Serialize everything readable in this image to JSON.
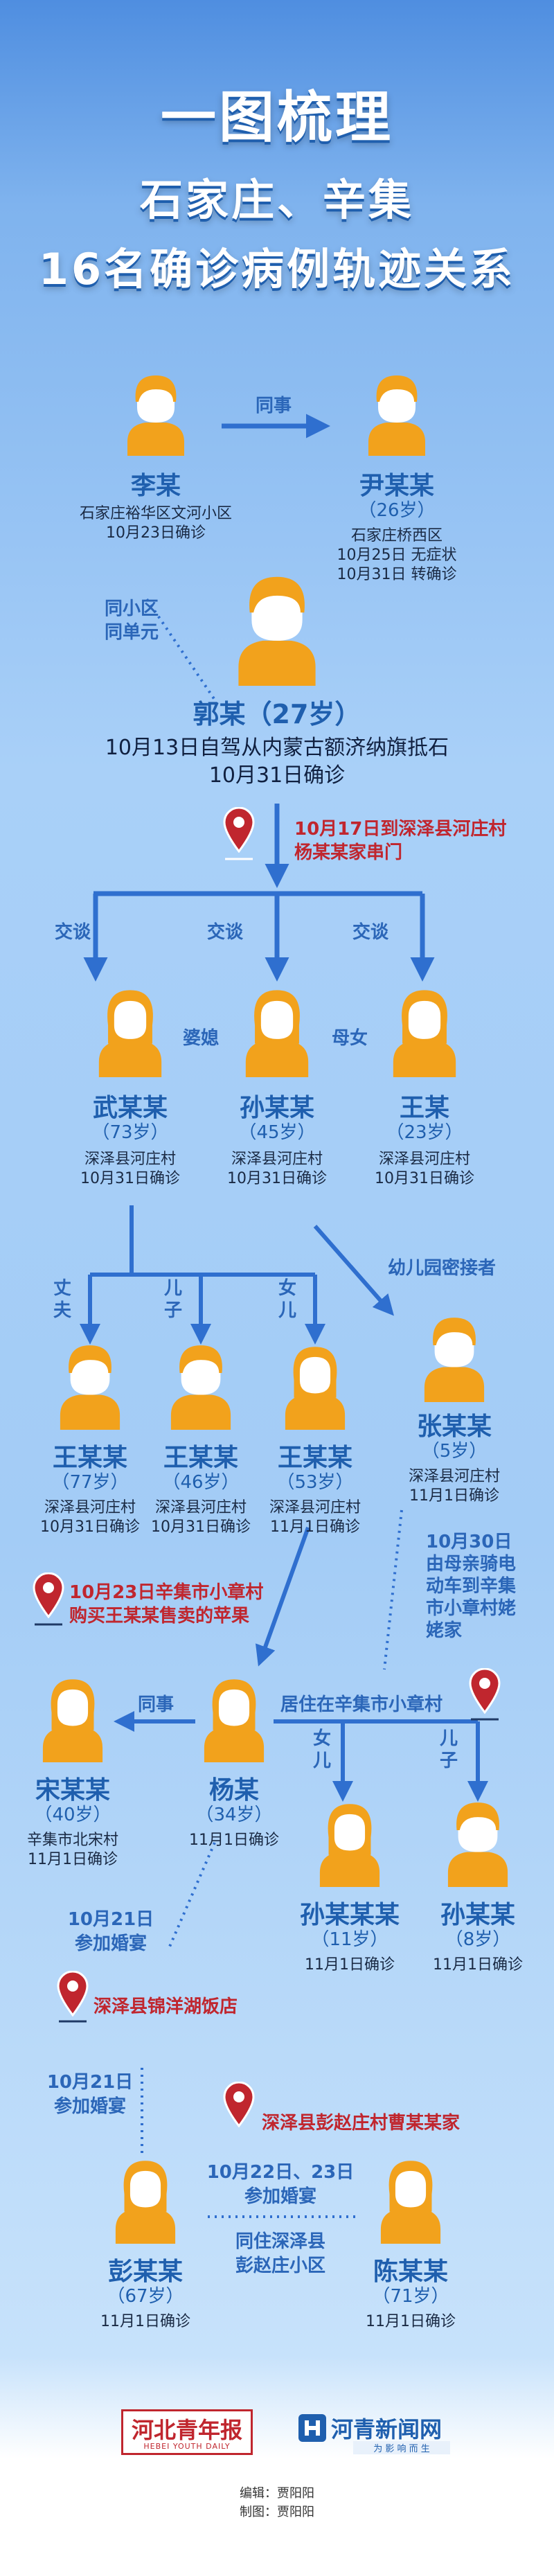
{
  "title": {
    "line1": "一图梳理",
    "line2": "石家庄、辛集",
    "line3": "16名确诊病例轨迹关系"
  },
  "colors": {
    "person_orange": "#f2a21c",
    "line_blue": "#2f6fcf",
    "name_blue": "#1f5fae",
    "location_red": "#c0262e"
  },
  "persons": {
    "li": {
      "name": "李某",
      "age": "",
      "info": [
        "石家庄裕华区文河小区",
        "10月23日确诊"
      ]
    },
    "yin": {
      "name": "尹某某",
      "age": "（26岁）",
      "info": [
        "石家庄桥西区",
        "10月25日 无症状",
        "10月31日 转确诊"
      ]
    },
    "guo": {
      "name": "郭某（27岁）",
      "info": [
        "10月13日自驾从内蒙古额济纳旗抵石",
        "10月31日确诊"
      ]
    },
    "wu": {
      "name": "武某某",
      "age": "（73岁）",
      "info": [
        "深泽县河庄村",
        "10月31日确诊"
      ]
    },
    "sun45": {
      "name": "孙某某",
      "age": "（45岁）",
      "info": [
        "深泽县河庄村",
        "10月31日确诊"
      ]
    },
    "wang23": {
      "name": "王某",
      "age": "（23岁）",
      "info": [
        "深泽县河庄村",
        "10月31日确诊"
      ]
    },
    "wang77": {
      "name": "王某某",
      "age": "（77岁）",
      "info": [
        "深泽县河庄村",
        "10月31日确诊"
      ]
    },
    "wang46": {
      "name": "王某某",
      "age": "（46岁）",
      "info": [
        "深泽县河庄村",
        "10月31日确诊"
      ]
    },
    "wang53": {
      "name": "王某某",
      "age": "（53岁）",
      "info": [
        "深泽县河庄村",
        "11月1日确诊"
      ]
    },
    "zhang": {
      "name": "张某某",
      "age": "（5岁）",
      "info": [
        "深泽县河庄村",
        "11月1日确诊"
      ]
    },
    "song": {
      "name": "宋某某",
      "age": "（40岁）",
      "info": [
        "辛集市北宋村",
        "11月1日确诊"
      ]
    },
    "yang": {
      "name": "杨某",
      "age": "（34岁）",
      "info": [
        "11月1日确诊"
      ]
    },
    "sun11": {
      "name": "孙某某某",
      "age": "（11岁）",
      "info": [
        "11月1日确诊"
      ]
    },
    "sun8": {
      "name": "孙某某",
      "age": "（8岁）",
      "info": [
        "11月1日确诊"
      ]
    },
    "peng": {
      "name": "彭某某",
      "age": "（67岁）",
      "info": [
        "11月1日确诊"
      ]
    },
    "chen": {
      "name": "陈某某",
      "age": "（71岁）",
      "info": [
        "11月1日确诊"
      ]
    }
  },
  "relations": {
    "colleague1": "同事",
    "same_unit": [
      "同小区",
      "同单元"
    ],
    "talk1": "交谈",
    "talk2": "交谈",
    "talk3": "交谈",
    "daughter_in_law": "婆媳",
    "mother_daughter": "母女",
    "husband": [
      "丈",
      "夫"
    ],
    "son1": [
      "儿",
      "子"
    ],
    "daughter1": [
      "女",
      "儿"
    ],
    "kindergarten": "幼儿园密接者",
    "zhang_trip": [
      "10月30日",
      "由母亲骑电",
      "动车到辛集",
      "市小章村姥",
      "姥家"
    ],
    "colleague2": "同事",
    "daughter2": [
      "女",
      "儿"
    ],
    "son2": [
      "儿",
      "子"
    ],
    "wedding1": [
      "10月21日",
      "参加婚宴"
    ],
    "wedding2": [
      "10月21日",
      "参加婚宴"
    ],
    "wedding3": [
      "10月22日、23日",
      "参加婚宴"
    ],
    "same_community": [
      "同住深泽县",
      "彭赵庄小区"
    ]
  },
  "locations": {
    "hezhuang": [
      "10月17日到深泽县河庄村",
      "杨某某家串门"
    ],
    "xiaozhang_buy": [
      "10月23日辛集市小章村",
      "购买王某某售卖的苹果"
    ],
    "live_xiaozhang": "居住在辛集市小章村",
    "hotel": "深泽县锦洋湖饭店",
    "pengzhao": "深泽县彭赵庄村曹某某家"
  },
  "footer": {
    "logo1_main": "河北青年报",
    "logo1_sub": "HEBEI YOUTH DAILY",
    "logo2_main": "河青新闻网",
    "logo2_sub": "为 影 响 而 生",
    "editor": "编辑：贾阳阳",
    "designer": "制图：贾阳阳"
  }
}
